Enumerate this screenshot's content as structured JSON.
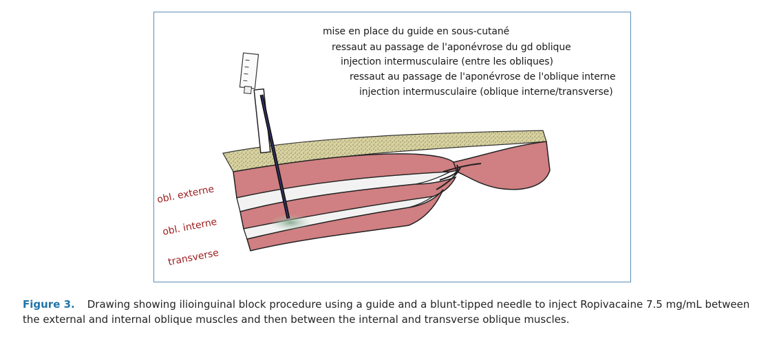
{
  "figure": {
    "steps": [
      "mise en place du guide en sous-cutané",
      "ressaut au passage de l'aponévrose du gd oblique",
      "injection intermusculaire (entre les obliques)",
      "ressaut au passage de l'aponévrose de l'oblique interne",
      "injection intermusculaire (oblique interne/transverse)"
    ],
    "muscle_labels": {
      "external": "obl. externe",
      "internal": "obl. interne",
      "transverse": "transverse"
    },
    "colors": {
      "frame": "#5b8db8",
      "muscle": "#d07f82",
      "fat": "#d6cf9c",
      "fascia": "#f2f2f2",
      "label": "#9b1c1c",
      "injectate": "#9fbf9f"
    }
  },
  "caption": {
    "number": "Figure 3.",
    "text": "Drawing showing ilioinguinal block procedure using a guide and a blunt-tipped needle to inject Ropivacaine 7.5 mg/mL between the external and internal oblique muscles and then between the internal and transverse oblique muscles."
  }
}
